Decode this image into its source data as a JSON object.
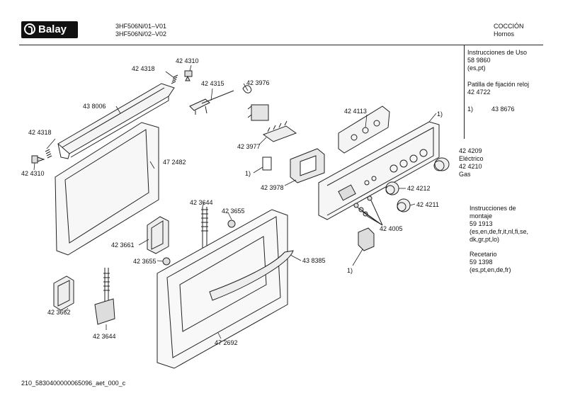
{
  "brand": "Balay",
  "header": {
    "model_line_1": "3HF506N/01–V01",
    "model_line_2": "3HF506N/02–V02",
    "category": "COCCIÓN",
    "subcategory": "Hornos"
  },
  "notes": {
    "instrucciones_uso_title": "Instrucciones de Uso",
    "instrucciones_uso_code": "58 9860",
    "instrucciones_uso_langs": "(es,pt)",
    "patilla_title": "Patilla de fijación reloj",
    "patilla_code": "42 4722",
    "footnote_marker": "1)",
    "footnote_code": "43 8676",
    "knob_electric_code": "42 4209",
    "knob_electric_label": "Eléctrico",
    "knob_gas_code": "42 4210",
    "knob_gas_label": "Gas",
    "montaje_title_1": "Instrucciones de",
    "montaje_title_2": "montaje",
    "montaje_code": "59 1913",
    "montaje_langs_1": "(es,en,de,fr,it,nl,fi,se,",
    "montaje_langs_2": "dk,gr,pt,lo)",
    "recetario_title": "Recetario",
    "recetario_code": "59 1398",
    "recetario_langs": "(es,pt,en,de,fr)"
  },
  "callouts": [
    {
      "id": "c424310a",
      "text": "42 4310"
    },
    {
      "id": "c424318a",
      "text": "42 4318"
    },
    {
      "id": "c424315",
      "text": "42 4315"
    },
    {
      "id": "c423976",
      "text": "42 3976"
    },
    {
      "id": "c438006",
      "text": "43 8006"
    },
    {
      "id": "c424113",
      "text": "42 4113"
    },
    {
      "id": "c1a",
      "text": "1)"
    },
    {
      "id": "c424318b",
      "text": "42 4318"
    },
    {
      "id": "c423977",
      "text": "42 3977"
    },
    {
      "id": "c472482",
      "text": "47 2482"
    },
    {
      "id": "c424310b",
      "text": "42 4310"
    },
    {
      "id": "c1b",
      "text": "1)"
    },
    {
      "id": "c423978",
      "text": "42 3978"
    },
    {
      "id": "c424212",
      "text": "42 4212"
    },
    {
      "id": "c423644a",
      "text": "42 3644"
    },
    {
      "id": "c423655a",
      "text": "42 3655"
    },
    {
      "id": "c424211",
      "text": "42 4211"
    },
    {
      "id": "c424005",
      "text": "42 4005"
    },
    {
      "id": "c423661",
      "text": "42 3661"
    },
    {
      "id": "c423655b",
      "text": "42 3655"
    },
    {
      "id": "c438385",
      "text": "43 8385"
    },
    {
      "id": "c1c",
      "text": "1)"
    },
    {
      "id": "c423662",
      "text": "42 3662"
    },
    {
      "id": "c423644b",
      "text": "42 3644"
    },
    {
      "id": "c472692",
      "text": "47 2692"
    }
  ],
  "footer": {
    "drawing_id": "210_5830400000065096_aet_000_c"
  }
}
